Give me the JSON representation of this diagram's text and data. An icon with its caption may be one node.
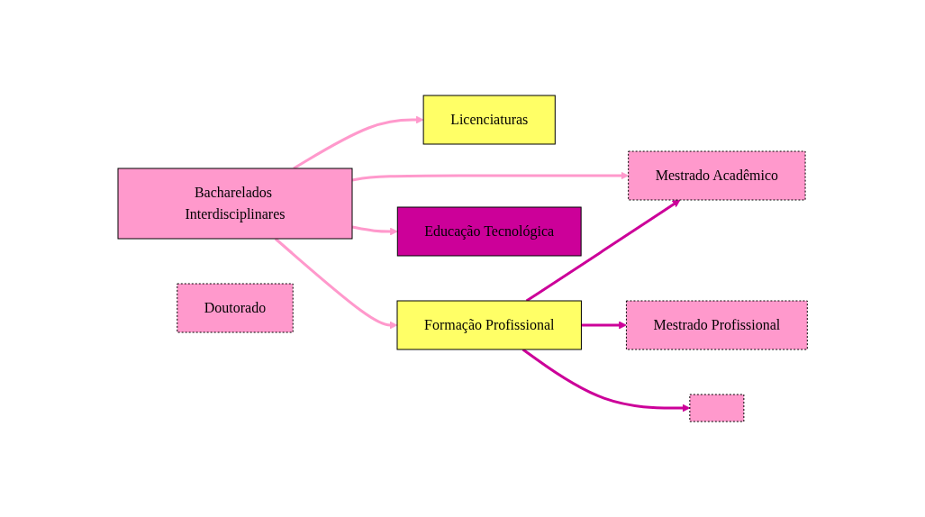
{
  "diagram": {
    "nodes": [
      {
        "text": [
          "Bacharelados Interdisciplinares"
        ]
      },
      {
        "text": [
          "Licenciaturas"
        ]
      },
      {
        "text": [
          "Formação Profissional"
        ]
      },
      {
        "text": [
          "Educação Tecnológica"
        ]
      },
      {
        "text": [
          "Mestrado Acadêmico"
        ]
      },
      {
        "text": [
          "Doutorado"
        ]
      },
      {
        "text": [
          "Mestrado Profissional"
        ]
      },
      {
        "text": [],
        "shape": "box"
      }
    ],
    "edges": [
      {
        "from": 0,
        "to": 4,
        "arrow": "to"
      },
      {
        "from": 0,
        "to": 1,
        "arrow": "to"
      },
      {
        "from": 0,
        "to": 2,
        "arrow": "to"
      },
      {
        "from": 0,
        "to": 3,
        "arrow": "to"
      },
      {
        "from": 2,
        "to": 4,
        "arrow": "to",
        "color": "#cc0099"
      },
      {
        "from": 2,
        "to": 6,
        "arrow": "to",
        "color": "#cc0099"
      },
      {
        "from": 2,
        "to": 7,
        "arrow": "to",
        "color": "#cc0099"
      }
    ]
  }
}
